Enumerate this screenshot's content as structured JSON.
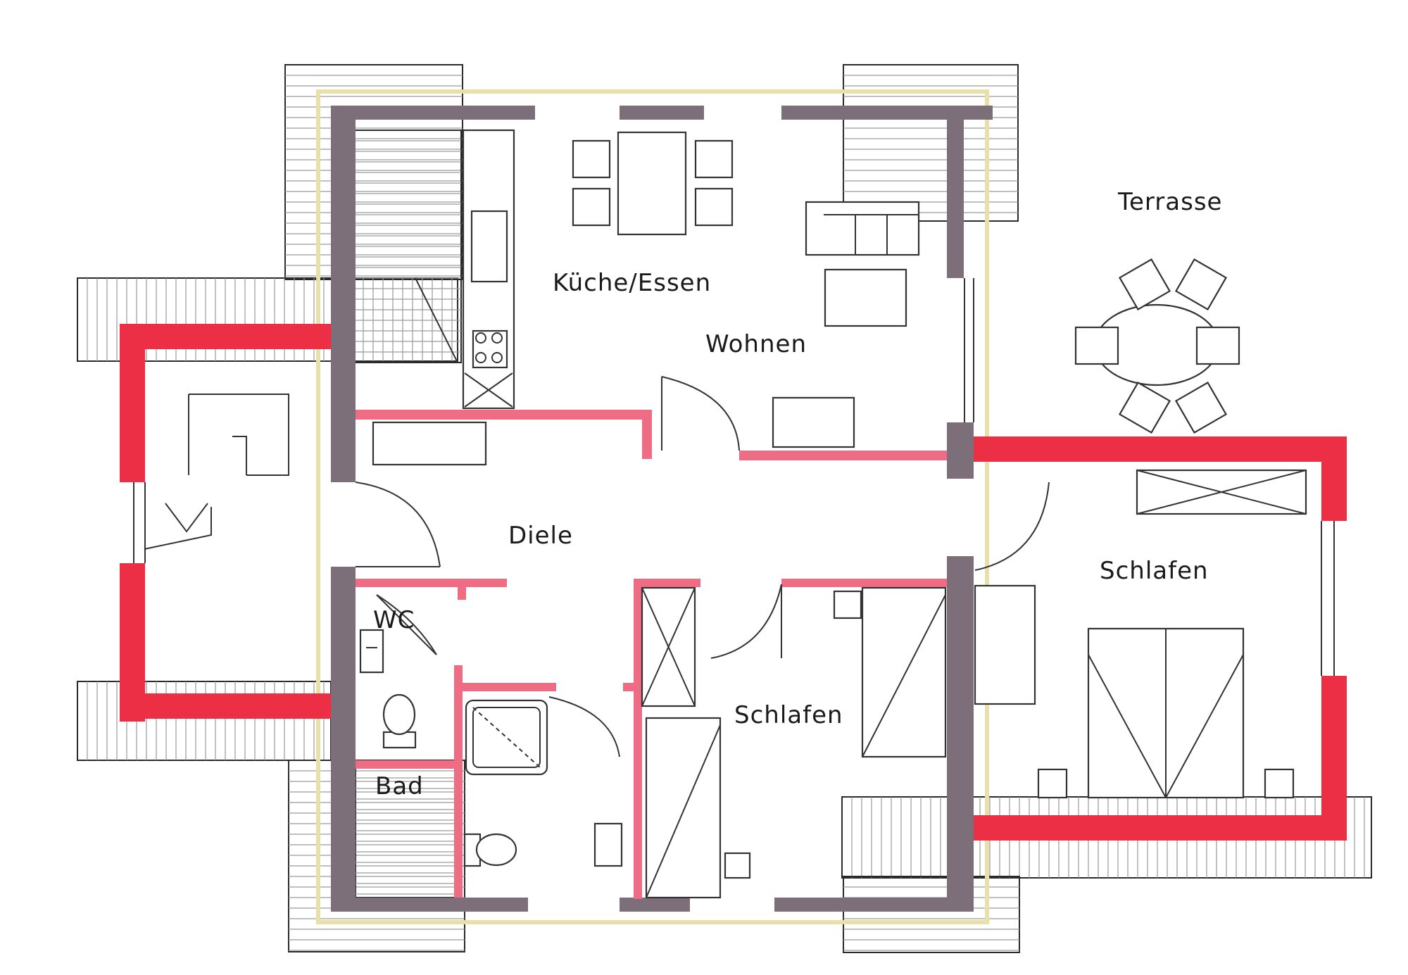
{
  "rooms": {
    "terrasse": "Terrasse",
    "kueche_essen": "Küche/Essen",
    "wohnen": "Wohnen",
    "diele": "Diele",
    "schlafen_gross": "Schlafen",
    "schlafen_klein": "Schlafen",
    "wc": "WC",
    "bad": "Bad"
  },
  "colors": {
    "outer_wall": "#7c6f79",
    "insulated_wall": "#ec2f45",
    "interior_wall": "#ee6d84",
    "balcony_hatch": "#9a9a9a"
  }
}
